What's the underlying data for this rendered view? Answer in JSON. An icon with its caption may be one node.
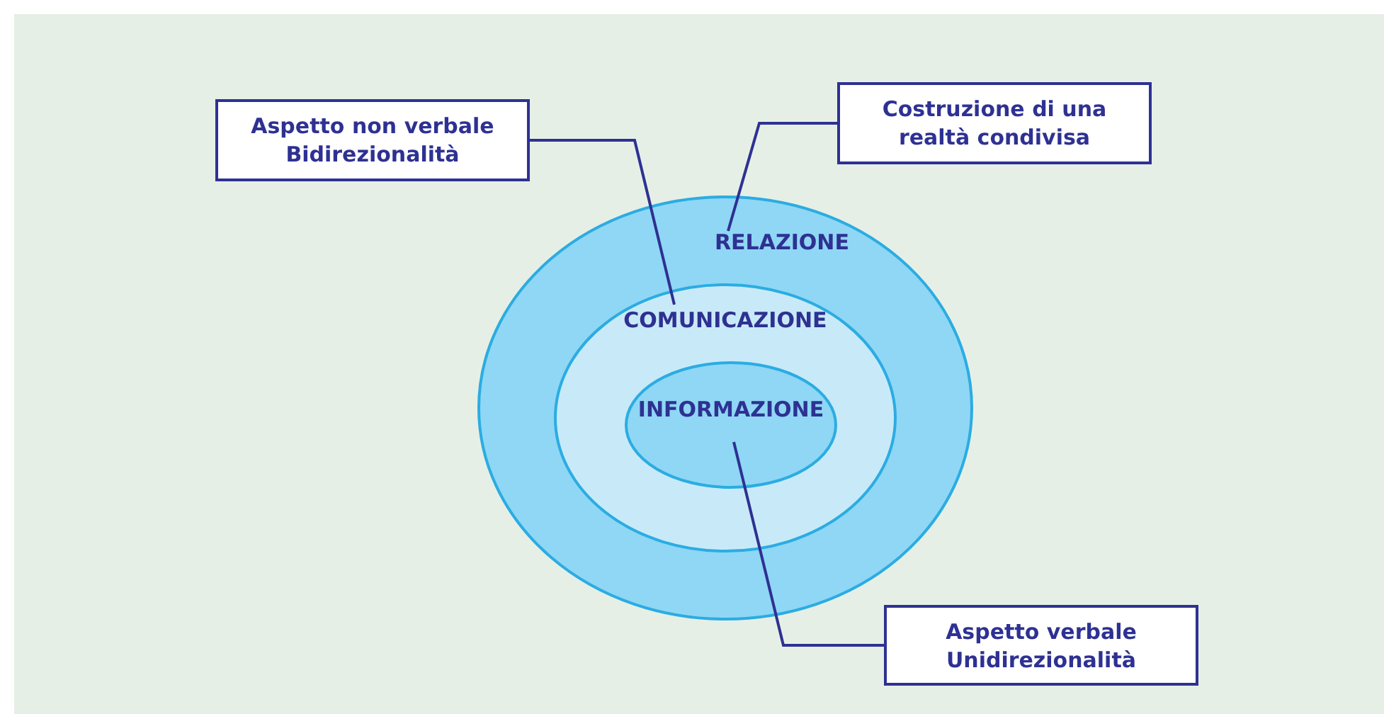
{
  "diagram": {
    "nodes": [
      {
        "text": [
          "RELAZIONE"
        ]
      },
      {
        "text": [
          "COMUNICAZIONE"
        ],
        "in": 0
      },
      {
        "text": [
          "INFORMAZIONE"
        ],
        "in": 1
      },
      {
        "text": [
          "Aspetto non verbale Bidirezionalità"
        ]
      },
      {
        "text": [
          "Costruzione di una realtà condivisa"
        ]
      },
      {
        "text": [
          "Aspetto verbale Unidirezionalità"
        ]
      }
    ],
    "edges": [
      {
        "from": 3,
        "to": 1,
        "arrow": "none"
      },
      {
        "from": 4,
        "to": 0,
        "arrow": "none"
      },
      {
        "from": 5,
        "to": 2,
        "arrow": "none"
      }
    ]
  }
}
